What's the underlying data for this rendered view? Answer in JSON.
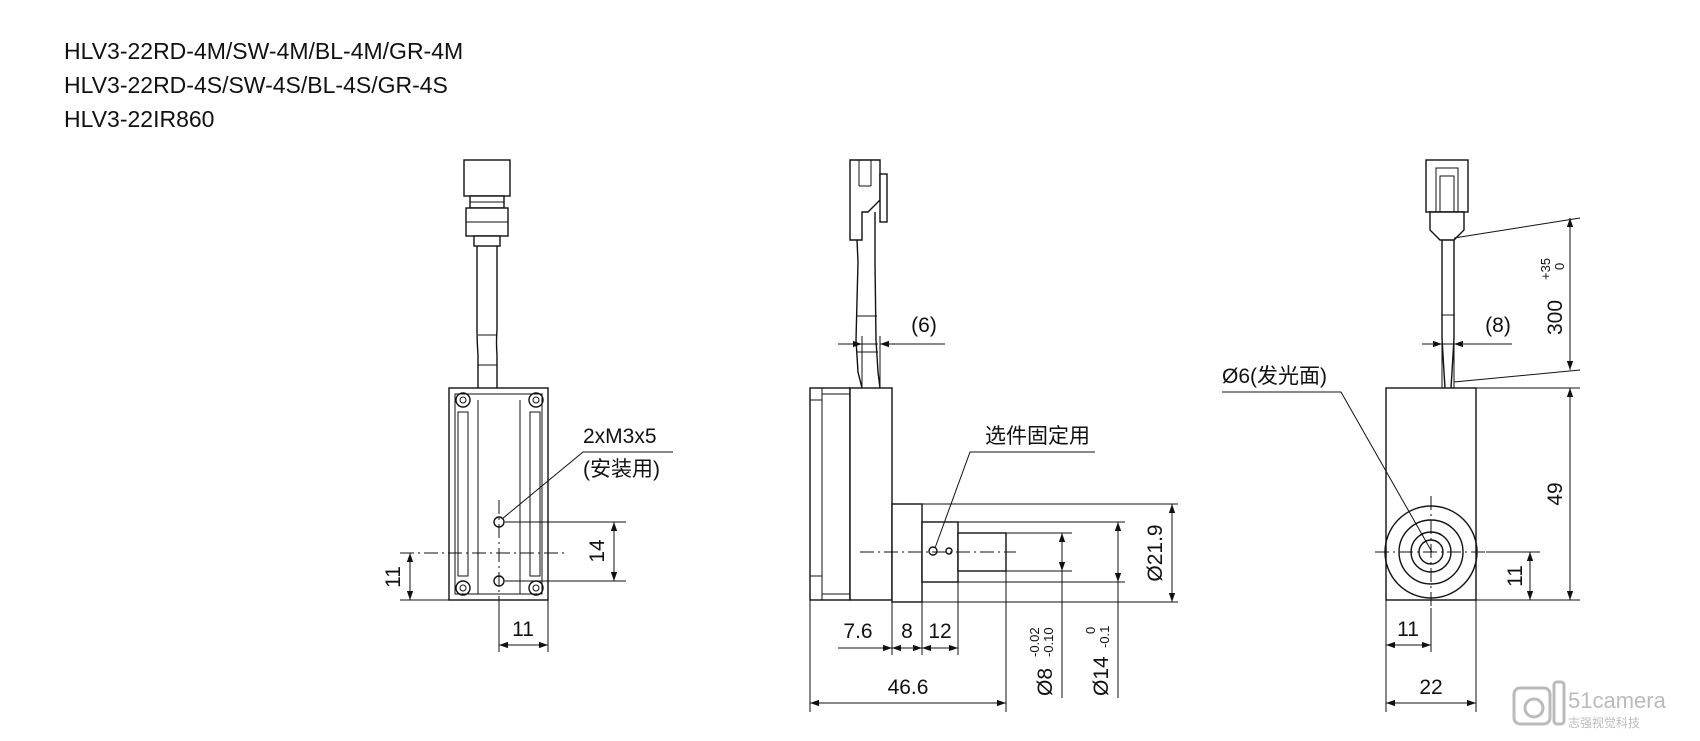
{
  "models": [
    "HLV3-22RD-4M/SW-4M/BL-4M/GR-4M",
    "HLV3-22RD-4S/SW-4S/BL-4S/GR-4S",
    "HLV3-22IR860"
  ],
  "front_view": {
    "hole_note_line1": "2xM3x5",
    "hole_note_line2": "(安装用)",
    "dim_hole_pitch": "14",
    "dim_height_11": "11",
    "dim_width_11": "11"
  },
  "side_view": {
    "dim_cable_6": "(6)",
    "note_optional": "选件固定用",
    "dim_dia_21_9": "Ø21.9",
    "dim_7_6": "7.6",
    "dim_8": "8",
    "dim_12": "12",
    "dim_dia8": "Ø8",
    "tol_dia8_upper": "-0.02",
    "tol_dia8_lower": "-0.10",
    "dim_dia14": "Ø14",
    "tol_dia14_upper": "0",
    "tol_dia14_lower": "-0.1",
    "dim_46_6": "46.6"
  },
  "rear_view": {
    "emit_note": "Ø6(发光面)",
    "dim_cable_8": "(8)",
    "dim_cable_300": "300",
    "tol_300_upper": "+35",
    "tol_300_lower": "0",
    "dim_49": "49",
    "dim_height_11": "11",
    "dim_width_11": "11",
    "dim_22": "22"
  },
  "watermark": {
    "brand": "51camera",
    "tagline": "志强视觉科技"
  }
}
